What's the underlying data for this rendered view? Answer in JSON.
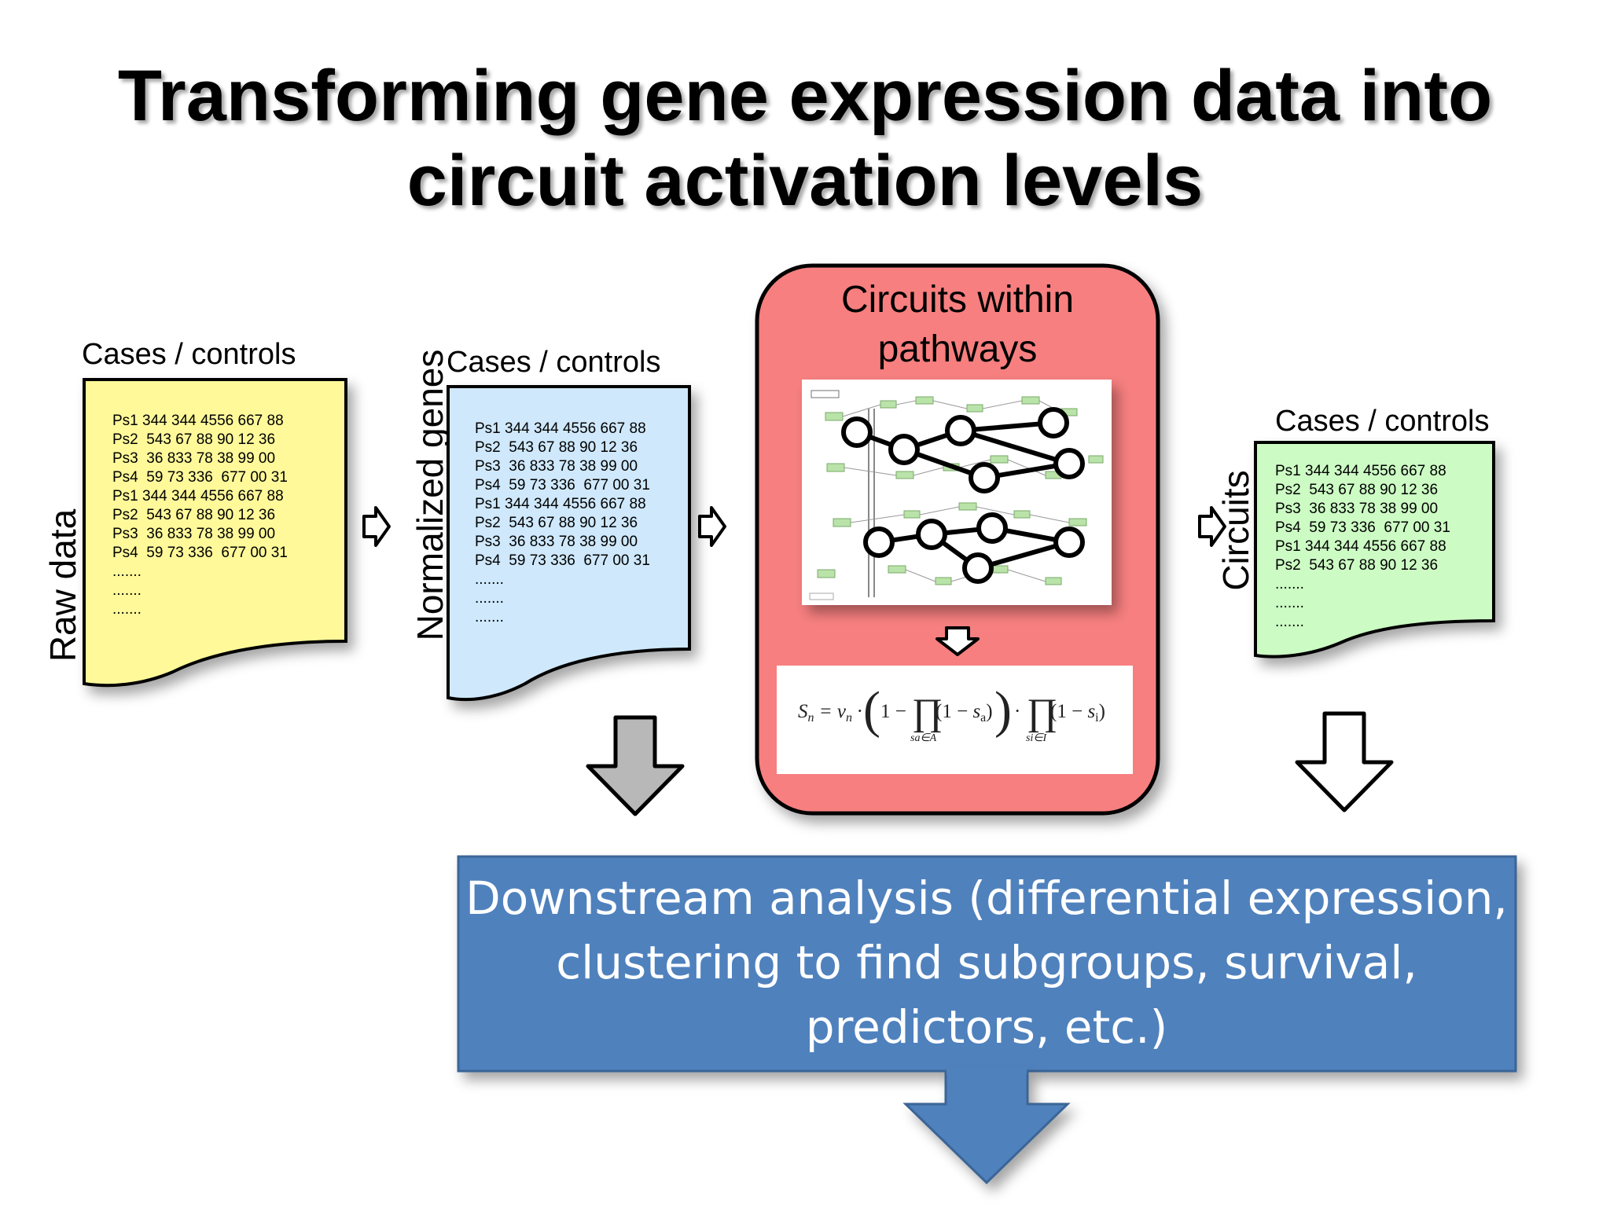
{
  "title": {
    "line1": "Transforming gene expression data into",
    "line2": "circuit activation levels"
  },
  "raw_doc": {
    "side_label": "Raw data",
    "header": "Cases / controls",
    "rows": [
      "Ps1 344 344 4556 667 88",
      "Ps2  543 67 88 90 12 36",
      "Ps3  36 833 78 38 99 00",
      "Ps4  59 73 336  677 00 31",
      "Ps1 344 344 4556 667 88",
      "Ps2  543 67 88 90 12 36",
      "Ps3  36 833 78 38 99 00",
      "Ps4  59 73 336  677 00 31",
      ".......",
      ".......",
      "......."
    ],
    "color": "#fff99a"
  },
  "norm_doc": {
    "side_label": "Normalized genes",
    "header": "Cases / controls",
    "rows": [
      "Ps1 344 344 4556 667 88",
      "Ps2  543 67 88 90 12 36",
      "Ps3  36 833 78 38 99 00",
      "Ps4  59 73 336  677 00 31",
      "Ps1 344 344 4556 667 88",
      "Ps2  543 67 88 90 12 36",
      "Ps3  36 833 78 38 99 00",
      "Ps4  59 73 336  677 00 31",
      ".......",
      ".......",
      "......."
    ],
    "color": "#cfe8fb"
  },
  "circuits_panel": {
    "title_line1": "Circuits within",
    "title_line2": "pathways",
    "color": "#f77f7f",
    "formula": "Sn = vn · (1 − ∏ (1 − sa)) · ∏ (1 − si)",
    "formula_sub1": "sa∈A",
    "formula_sub2": "si∈I"
  },
  "circ_doc": {
    "side_label": "Circuits",
    "header": "Cases / controls",
    "rows": [
      "Ps1 344 344 4556 667 88",
      "Ps2  543 67 88 90 12 36",
      "Ps3  36 833 78 38 99 00",
      "Ps4  59 73 336  677 00 31",
      "Ps1 344 344 4556 667 88",
      "Ps2  543 67 88 90 12 36",
      ".......",
      ".......",
      "......."
    ],
    "color": "#ccfbc4"
  },
  "downstream": {
    "line1": "Downstream analysis (differential expression,",
    "line2": "clustering to find subgroups, survival,",
    "line3": "predictors, etc.)",
    "color": "#4f81bd"
  },
  "icons": {
    "arrow1": "hollow-right-arrow-icon",
    "arrow2": "hollow-right-arrow-icon",
    "arrow3": "hollow-down-arrow-icon",
    "arrow4": "hollow-right-arrow-icon",
    "gray_down": "gray-down-arrow-icon",
    "white_down": "white-down-arrow-icon"
  }
}
